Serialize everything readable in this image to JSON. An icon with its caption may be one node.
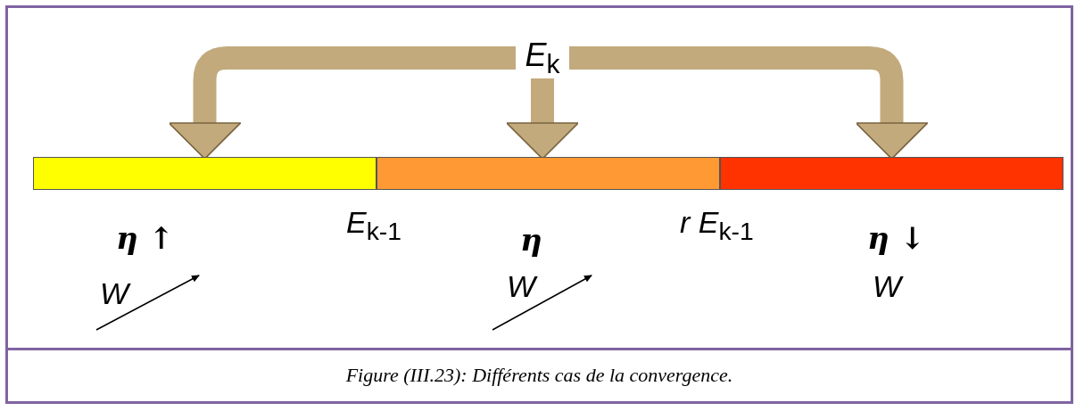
{
  "diagram": {
    "caption": "Figure (III.23): Différents cas de la convergence.",
    "nodes": [
      {
        "text": [
          "*E*$_{k}$"
        ]
      },
      {
        "text": [],
        "shape": "bar"
      },
      {
        "text": [],
        "shape": "bar"
      },
      {
        "text": [],
        "shape": "bar"
      }
    ],
    "edges": [
      {
        "from": 0,
        "to": 1,
        "arrow": "to"
      },
      {
        "from": 0,
        "to": 2,
        "arrow": "to"
      },
      {
        "from": 0,
        "to": 3,
        "arrow": "to"
      }
    ],
    "labels": [
      "η ↑",
      "*E*$_{k-1}$",
      "η",
      "*r E*$_{k-1}$",
      "η ↓",
      "W",
      "W",
      "W"
    ]
  }
}
